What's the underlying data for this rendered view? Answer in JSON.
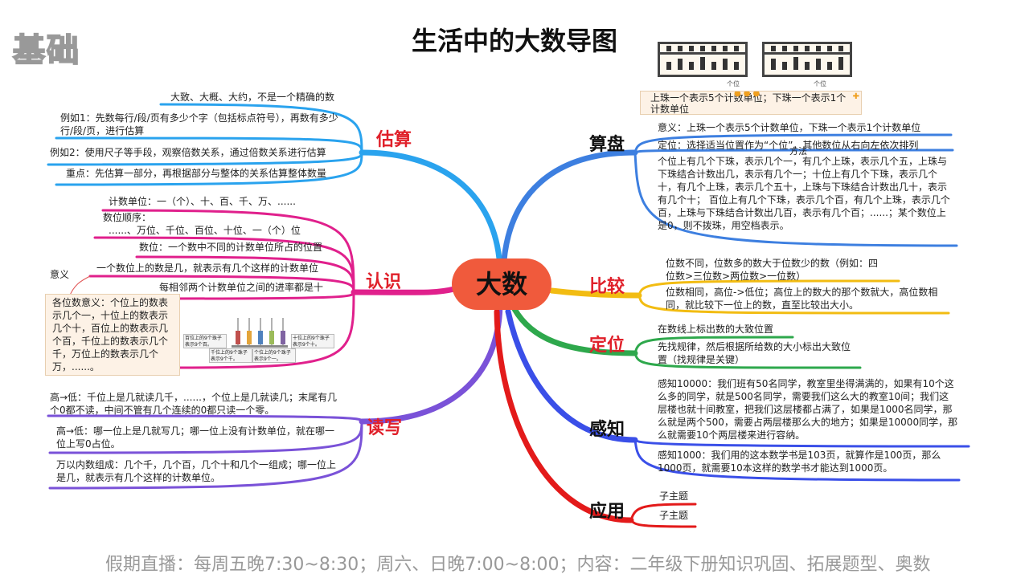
{
  "badge": "基础",
  "title": "生活中的大数导图",
  "center": "大数",
  "branches": {
    "estimate": {
      "label": "估算",
      "items": [
        "大致、大概、大约，不是一个精确的数",
        "例如1：先数每行/段/页有多少个字（包括标点符号），再数有多少行/段/页，进行估算",
        "例如2：使用尺子等手段，观察倍数关系，通过倍数关系进行估算",
        "重点：先估算一部分，再根据部分与整体的关系估算整体数量"
      ]
    },
    "recognize": {
      "label": "认识",
      "items": [
        "计数单位：一（个）、十、百、千、万、......",
        "数位顺序：",
        "......、万位、千位、百位、十位、一（个）位",
        "数位：一个数中不同的计数单位所占的位置",
        "一个数位上的数是几，就表示有几个这样的计数单位",
        "每相邻两个计数单位之间的进率都是十"
      ],
      "side_label": "意义",
      "note": "各位数意义：个位上的数表示几个一，十位上的数表示几个十，百位上的数表示几个百，千位上的数表示几个千，万位上的数表示几个万，......。",
      "figure_captions": [
        "百位上的9个珠子表示9个百。",
        "千位上的9个珠子表示9个千。",
        "十位上的9个珠子表示9个十。",
        "个位上的9个珠子表示9个一。"
      ]
    },
    "readwrite": {
      "label": "读写",
      "items": [
        "高→低：千位上是几就读几千，......，个位上是几就读几；末尾有几个0都不读，中间不管有几个连续的0都只读一个零。",
        "高→低：哪一位上是几就写几；哪一位上没有计数单位，就在哪一位上写0占位。",
        "万以内数组成：几个千，几个百，几个十和几个一组成；哪一位上是几，就表示有几个这样的计数单位。"
      ]
    },
    "abacus": {
      "label": "算盘",
      "image_labels": [
        "个位",
        "个位"
      ],
      "callout": "上珠一个表示5个计数单位；下珠一个表示1个计数单位",
      "items": [
        "意义：上珠一个表示5个计数单位，下珠一个表示1个计数单位",
        "定位：选择适当位置作为“个位”，其他数位从右向左依次排列",
        "个位上有几个下珠，表示几个一，有几个上珠，表示几个五，上珠与下珠结合计数出几，表示有几个一；十位上有几个下珠，表示几个十，有几个上珠，表示几个五十，上珠与下珠结合计数出几十，表示有几个十；              百位上有几个下珠，表示几个百，有几个上珠，表示几个百，上珠与下珠结合计数出几百，表示有几个百；......；某个数位上是0，则不拨珠，用空档表示。"
      ],
      "overlap": "方法"
    },
    "compare": {
      "label": "比较",
      "items": [
        "位数不同，位数多的数大于位数少的数（例如：四位数>三位数>两位数>一位数）",
        "位数相同，高位->低位；高位上的数大的那个数就大，高位数相同，就比较下一位上的数，直至比较出大小。"
      ]
    },
    "locate": {
      "label": "定位",
      "items": [
        "在数线上标出数的大致位置",
        "先找规律，然后根据所给数的大小标出大致位置（找规律是关键）"
      ]
    },
    "perceive": {
      "label": "感知",
      "items": [
        "感知10000：我们班有50名同学，教室里坐得满满的，如果有10个这么多的同学，就是500名同学，需要我们这么大的教室10间；我们这层楼也就十间教室，把我们这层楼都占满了，如果是1000名同学，那么就是两个500，需要占两层楼那么大的地方；如果是10000同学，那么就需要10个两层楼来进行容纳。",
        "感知1000：我们用的这本数学书是103页，就算作是100页，那么1000页，就需要10本这样的数学书才能达到1000页。"
      ]
    },
    "apply": {
      "label": "应用",
      "items": [
        "子主题",
        "子主题"
      ]
    }
  },
  "footer": "假期直播：每周五晚7:30~8:30；周六、日晚7:00~8:00；内容：二年级下册知识巩固、拓展题型、奥数",
  "colors": {
    "estimate": "#2aa3ee",
    "recognize": "#e0208c",
    "readwrite": "#7a52d8",
    "abacus": "#3d7fe0",
    "compare": "#f2bc12",
    "locate": "#2ea84c",
    "perceive": "#3a4fe8",
    "apply": "#e31a1a",
    "center": "#f05a3c"
  }
}
